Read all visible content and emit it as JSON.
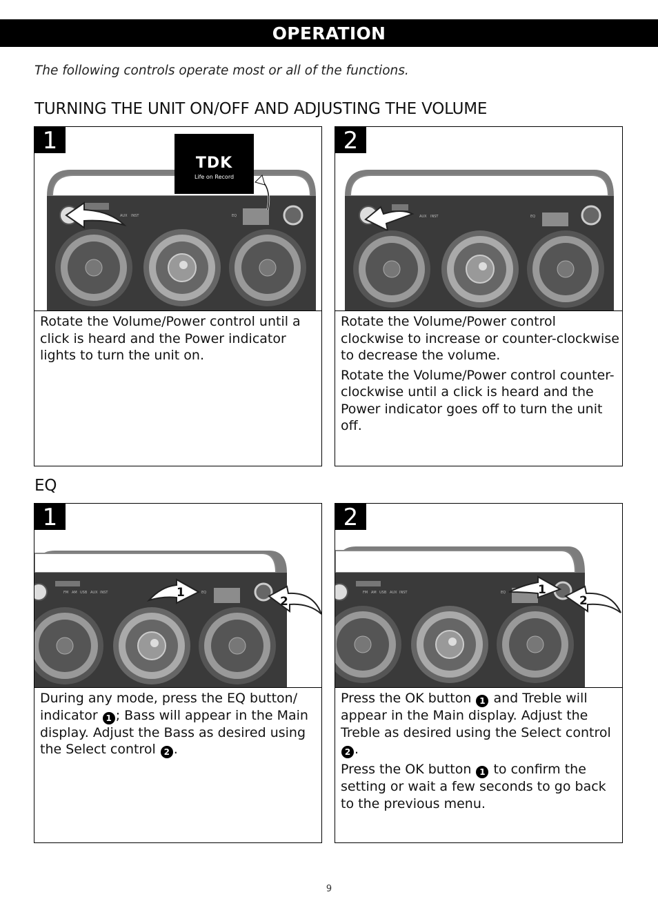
{
  "header": {
    "title": "OPERATION"
  },
  "intro": "The following controls operate most or all of the functions.",
  "sections": [
    {
      "heading": "TURNING THE UNIT ON/OFF AND ADJUSTING THE VOLUME",
      "steps": [
        {
          "number": "1",
          "logo": {
            "brand": "TDK",
            "tagline": "Life on Record"
          },
          "device_labels": {
            "aux": "AUX",
            "inst": "INST",
            "eq": "EQ"
          },
          "text": [
            "Rotate the Volume/Power control until a click is heard and the Power indicator lights to turn the unit on."
          ]
        },
        {
          "number": "2",
          "device_labels": {
            "aux": "AUX",
            "inst": "INST",
            "eq": "EQ"
          },
          "text": [
            "Rotate the Volume/Power control clockwise to increase or counter-clockwise to decrease the volume.",
            "Rotate the Volume/Power control counter-clockwise until a click is heard and the Power indicator goes off to turn the unit off."
          ]
        }
      ]
    },
    {
      "heading": "EQ",
      "steps": [
        {
          "number": "1",
          "device_labels": {
            "fm": "FM",
            "am": "AM",
            "usb": "USB",
            "aux": "AUX",
            "inst": "INST",
            "eq": "EQ"
          },
          "arrow_labels": [
            "1",
            "2"
          ],
          "text_parts": [
            "During any mode, press the EQ button/ indicator ",
            "1",
            "; Bass will appear in the Main display. Adjust the Bass as desired using the Select control ",
            "2",
            "."
          ]
        },
        {
          "number": "2",
          "device_labels": {
            "fm": "FM",
            "am": "AM",
            "usb": "USB",
            "aux": "AUX",
            "inst": "INST",
            "eq": "EQ"
          },
          "arrow_labels": [
            "1",
            "2"
          ],
          "text_parts_a": [
            "Press the OK button ",
            "1",
            " and Treble will appear in the Main display. Adjust the Treble as desired using the Select control ",
            "2",
            "."
          ],
          "text_parts_b": [
            "Press the OK button ",
            "1",
            " to confirm the setting or wait a few seconds to go back to the previous menu."
          ]
        }
      ]
    }
  ],
  "page_number": "9",
  "colors": {
    "device_body": "#3a3a3a",
    "device_top": "#9a9a9a",
    "speaker_ring": "#8a8a8a",
    "header_bg": "#000000"
  }
}
